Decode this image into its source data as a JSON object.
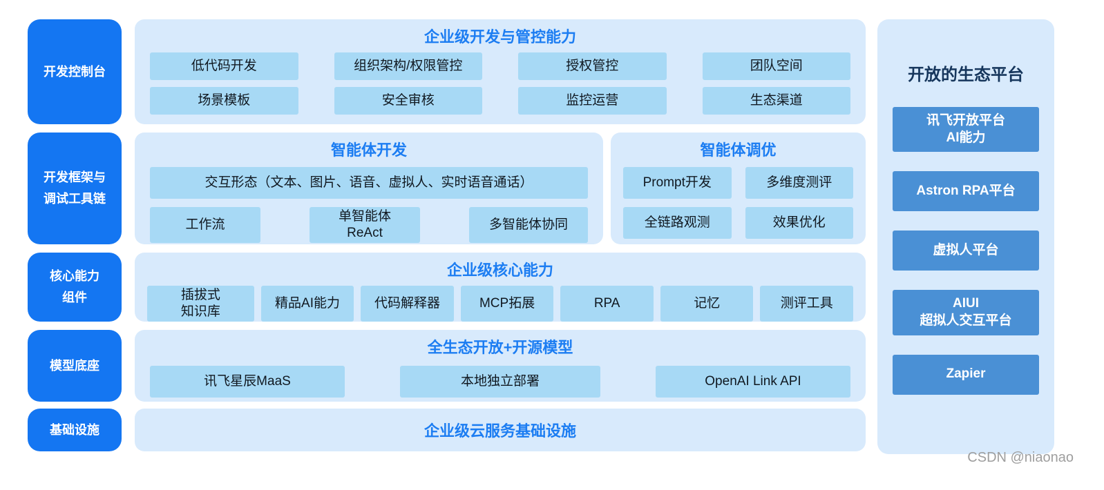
{
  "colors": {
    "nav_pill_bg": "#1476f2",
    "panel_bg": "#d8eafc",
    "chip_bg": "#a7d9f5",
    "section_title_blue": "#1c7df2",
    "eco_button_bg": "#4a90d5",
    "eco_title_navy": "#16365c"
  },
  "diagram": {
    "left_nav": [
      "开发控制台",
      "开发框架与\n调试工具链",
      "核心能力\n组件",
      "模型底座",
      "基础设施"
    ],
    "row1": {
      "title": "企业级开发与管控能力",
      "chips": [
        "低代码开发",
        "组织架构/权限管控",
        "授权管控",
        "团队空间",
        "场景模板",
        "安全审核",
        "监控运营",
        "生态渠道"
      ]
    },
    "agent_dev": {
      "title": "智能体开发",
      "wide_chip": "交互形态（文本、图片、语音、虚拟人、实时语音通话）",
      "chips": [
        "工作流",
        "单智能体\nReAct",
        "多智能体协同"
      ]
    },
    "agent_tuning": {
      "title": "智能体调优",
      "chips": [
        "Prompt开发",
        "多维度测评",
        "全链路观测",
        "效果优化"
      ]
    },
    "core": {
      "title": "企业级核心能力",
      "chips": [
        "插拔式\n知识库",
        "精品AI能力",
        "代码解释器",
        "MCP拓展",
        "RPA",
        "记忆",
        "测评工具"
      ]
    },
    "models": {
      "title": "全生态开放+开源模型",
      "chips": [
        "讯飞星辰MaaS",
        "本地独立部署",
        "OpenAI Link API"
      ]
    },
    "infra": {
      "title": "企业级云服务基础设施"
    },
    "ecosystem": {
      "title": "开放的生态平台",
      "buttons": [
        "讯飞开放平台\nAI能力",
        "Astron RPA平台",
        "虚拟人平台",
        "AIUI\n超拟人交互平台",
        "Zapier"
      ]
    },
    "watermark": "CSDN @niaonao"
  }
}
